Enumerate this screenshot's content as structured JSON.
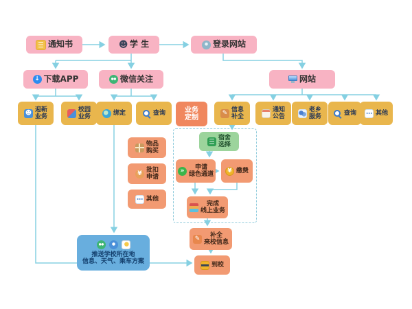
{
  "flow": {
    "notice_letter": "通知书",
    "student": "学 生",
    "login_site": "登录网站",
    "download_app": "下载APP",
    "wechat_follow": "微信关注",
    "website": "网站",
    "welcome_biz": "迎新\n业务",
    "campus_biz": "校园\n业务",
    "bind": "绑定",
    "query_wechat": "查询",
    "biz_custom": "业务\n定制",
    "info_complete": "信息\n补全",
    "notice_board": "通知\n公告",
    "hometown_service": "老乡\n服务",
    "query_web": "查询",
    "other_web": "其他",
    "dorm_select": "宿舍\n选择",
    "item_purchase": "物品\n购买",
    "batch_deduct": "批扣\n申请",
    "other_left": "其他",
    "green_channel": "申请\n绿色通道",
    "pay": "缴费",
    "finish_online": "完成\n线上业务",
    "complete_info": "补全\n来校信息",
    "arrive": "到校",
    "push_info": "推送学校所在地\n信息、天气、乘车方案"
  },
  "icons": {
    "person": "☻",
    "down_arrow": "↓",
    "pencil": "✎",
    "yen": "¥",
    "ellipsis": "⋯",
    "chevrons": "»"
  },
  "colors": {
    "arrow": "#85d0e2",
    "pink": "#f8b3c3",
    "gold": "#e9b64d",
    "orange": "#f29a72",
    "green": "#9cd49c",
    "blue_panel": "#68aede"
  }
}
